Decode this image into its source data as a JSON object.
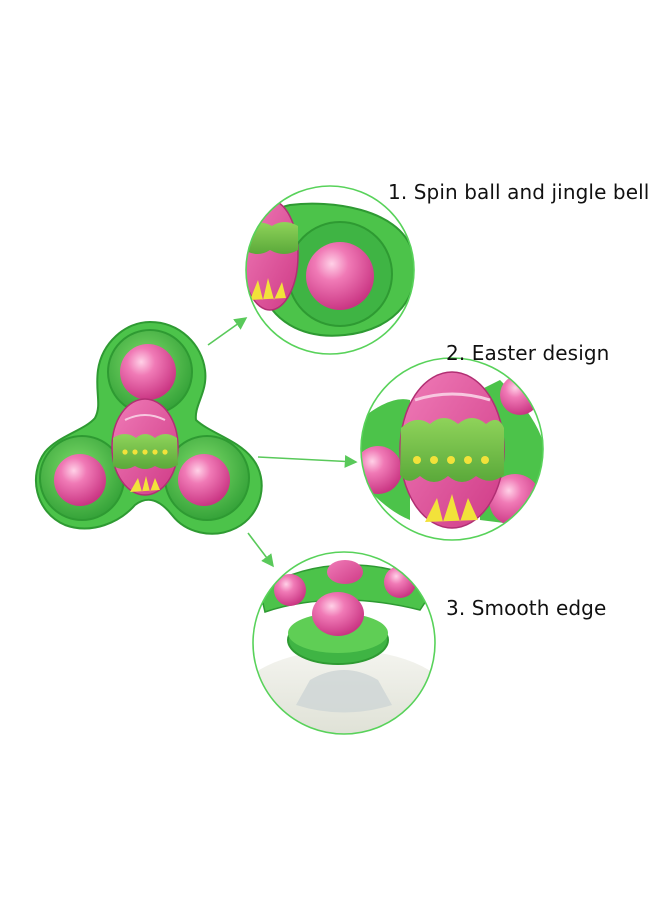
{
  "captions": [
    "1. Spin ball and jingle bell",
    "2. Easter design",
    "3. Smooth edge"
  ],
  "colors": {
    "spinner_green": "#4cc34a",
    "spinner_green_dark": "#2e9a32",
    "ball_pink": "#e9559c",
    "egg_pink": "#e44f97",
    "egg_green": "#7cc44a",
    "egg_yellow": "#f2e23a",
    "circle_outline": "#58d25a",
    "arrow": "#59c95a",
    "background": "#ffffff"
  },
  "icons": [
    "arrow-icon"
  ]
}
